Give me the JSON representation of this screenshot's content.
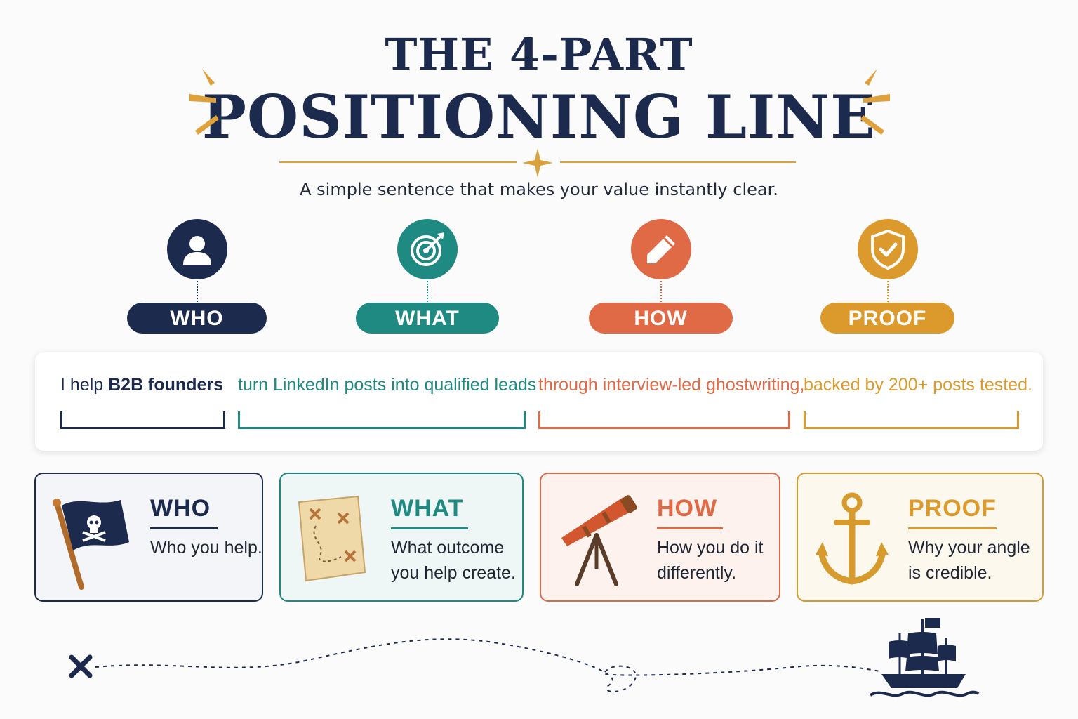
{
  "header": {
    "title_line1": "THE 4-PART",
    "title_line2": "POSITIONING LINE",
    "subtitle": "A simple sentence that makes your value instantly clear."
  },
  "colors": {
    "who": "#1c2a4e",
    "what": "#1e8a82",
    "how": "#e06a45",
    "proof": "#dc9a2c",
    "accent": "#d9a23c"
  },
  "parts": [
    {
      "label": "WHO",
      "icon": "user-icon"
    },
    {
      "label": "WHAT",
      "icon": "target-icon"
    },
    {
      "label": "HOW",
      "icon": "pencil-icon"
    },
    {
      "label": "PROOF",
      "icon": "shield-check-icon"
    }
  ],
  "sentence": {
    "who_prefix": "I help ",
    "who_bold": "B2B founders",
    "what": "turn LinkedIn posts into qualified leads",
    "how": "through interview-led ghostwriting,",
    "proof": "backed by 200+ posts tested."
  },
  "cards": [
    {
      "title": "WHO",
      "desc": "Who you help.",
      "illustration": "pirate-flag-icon"
    },
    {
      "title": "WHAT",
      "desc": "What outcome\nyou help create.",
      "illustration": "treasure-map-icon"
    },
    {
      "title": "HOW",
      "desc": "How you do it\ndifferently.",
      "illustration": "telescope-icon"
    },
    {
      "title": "PROOF",
      "desc": "Why your angle\nis credible.",
      "illustration": "anchor-icon"
    }
  ],
  "footer": {
    "start_marker": "x-mark-icon",
    "end_marker": "pirate-ship-icon"
  }
}
